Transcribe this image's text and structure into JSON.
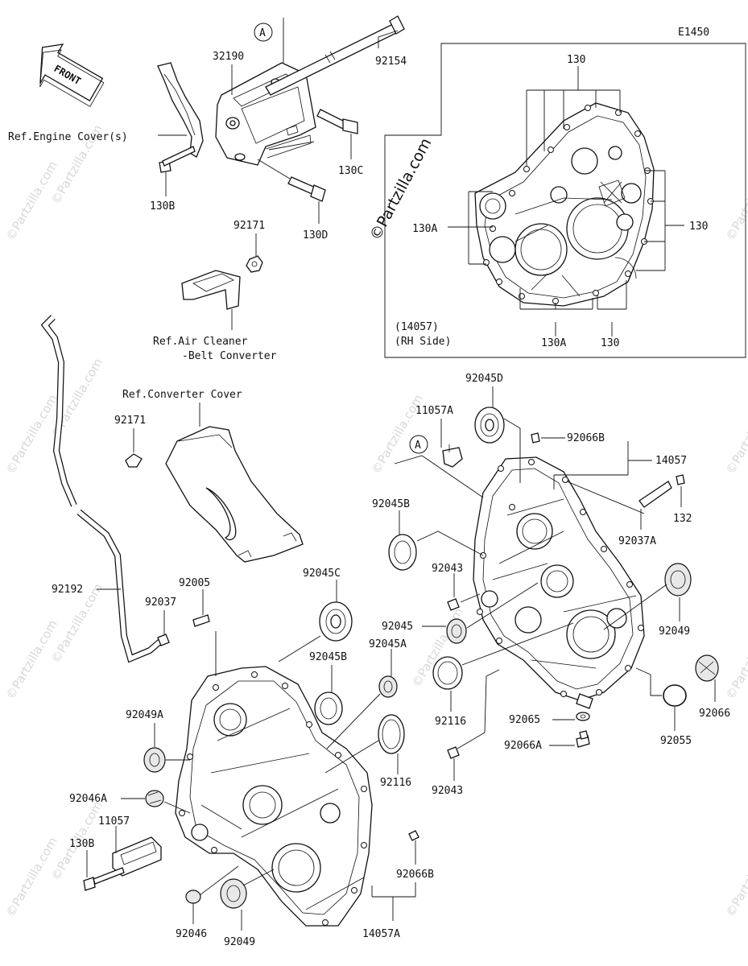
{
  "diagram_code": "E1450",
  "front_label": "FRONT",
  "watermark_center": "©Partzilla.com",
  "watermark_faint": "©Partzilla.com",
  "callout_marker": "A",
  "refs": {
    "engine_cover": "Ref.Engine Cover(s)",
    "air_cleaner_1": "Ref.Air Cleaner",
    "air_cleaner_2": "-Belt Converter",
    "converter_cover": "Ref.Converter Cover",
    "rh_side_1": "(14057)",
    "rh_side_2": "(RH Side)"
  },
  "labels": {
    "p32190": "32190",
    "p92154": "92154",
    "p130B": "130B",
    "p130C": "130C",
    "p130D": "130D",
    "p92171_top": "92171",
    "p92171_mid": "92171",
    "p130_top": "130",
    "p130_right": "130",
    "p130A_left": "130A",
    "p130A_bottom": "130A",
    "p130_bottom": "130",
    "p92045D": "92045D",
    "p11057A": "11057A",
    "p92066B_top": "92066B",
    "p14057": "14057",
    "p132": "132",
    "p92037A": "92037A",
    "p92045B_right": "92045B",
    "p92043_top": "92043",
    "p92045": "92045",
    "p92049_right": "92049",
    "p92116_right": "92116",
    "p92065": "92065",
    "p92066A": "92066A",
    "p92055": "92055",
    "p92066": "92066",
    "p92043_bottom": "92043",
    "p92192": "92192",
    "p92005": "92005",
    "p92037": "92037",
    "p92045C": "92045C",
    "p92045B_left": "92045B",
    "p92045A": "92045A",
    "p92049A": "92049A",
    "p92116_left": "92116",
    "p92046A": "92046A",
    "p11057": "11057",
    "p130B_bottom": "130B",
    "p92046": "92046",
    "p92049_bottom": "92049",
    "p92066B_bottom": "92066B",
    "p14057A": "14057A"
  }
}
